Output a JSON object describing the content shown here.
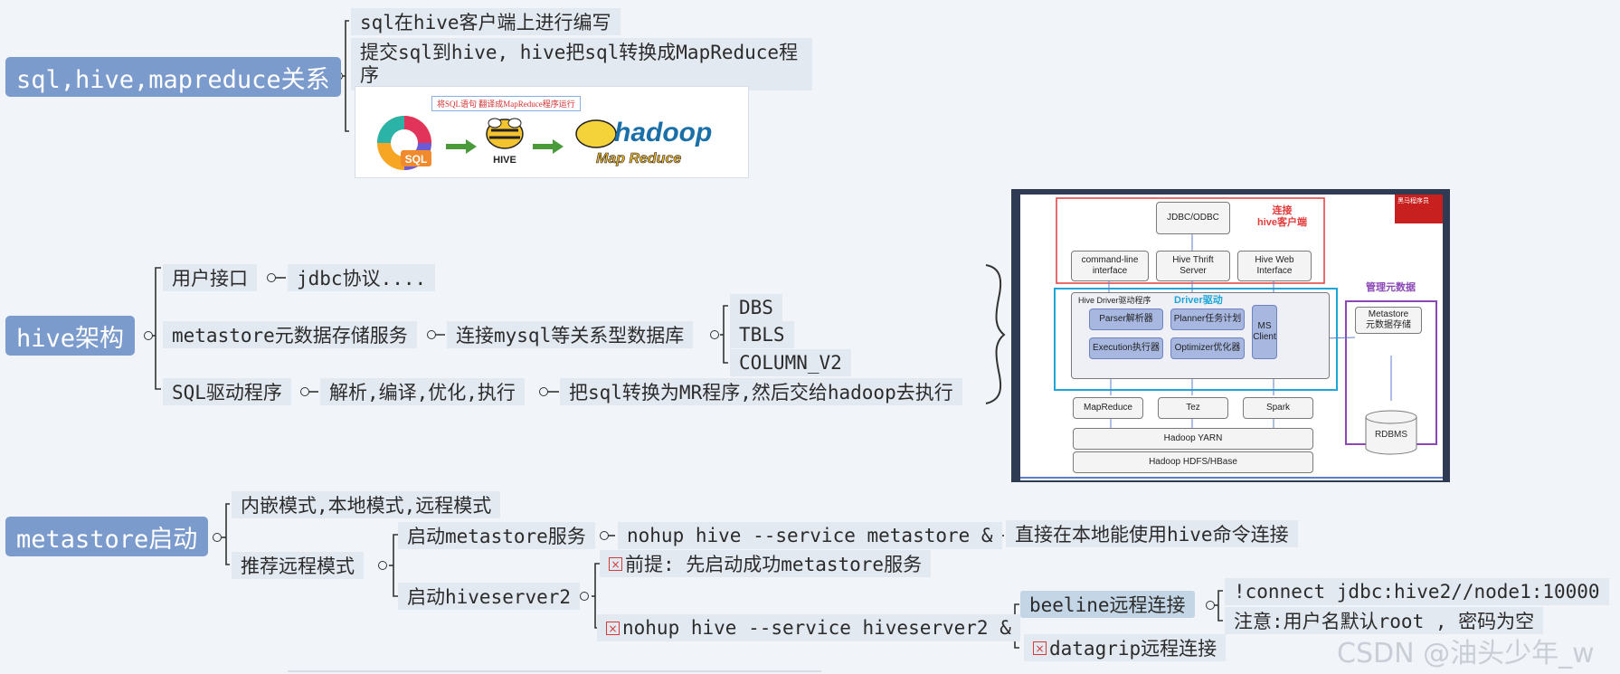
{
  "branches": {
    "b1": {
      "root": "sql,hive,mapreduce关系",
      "c1": "sql在hive客户端上进行编写",
      "c2": "提交sql到hive, hive把sql转换成MapReduce程序",
      "image": {
        "caption": "将SQL语句 翻译成MapReduce程序运行",
        "sql_label": "SQL",
        "hive_label": "HIVE",
        "hadoop_label": "hadoop",
        "mapreduce_label": "Map Reduce"
      }
    },
    "b2": {
      "root": "hive架构",
      "ui": "用户接口",
      "jdbc": "jdbc协议....",
      "ms": "metastore元数据存储服务",
      "mysql": "连接mysql等关系型数据库",
      "dbs": "DBS",
      "tbls": "TBLS",
      "col": "COLUMN_V2",
      "drv": "SQL驱动程序",
      "parse": "解析,编译,优化,执行",
      "tomr": "把sql转换为MR程序,然后交给hadoop去执行"
    },
    "b3": {
      "root": "metastore启动",
      "modes": "内嵌模式,本地模式,远程模式",
      "rec": "推荐远程模式",
      "start_ms": "启动metastore服务",
      "nohup_ms": "nohup hive --service metastore &",
      "direct": "直接在本地能使用hive命令连接",
      "start_hs2": "启动hiveserver2",
      "pre": "前提: 先启动成功metastore服务",
      "nohup_hs2": "nohup hive --service hiveserver2 &",
      "beeline": "beeline远程连接",
      "connect": "!connect jdbc:hive2//node1:10000",
      "note": "注意:用户名默认root , 密码为空",
      "datagrip": "datagrip远程连接"
    }
  },
  "arch": {
    "jdbc": "JDBC/ODBC",
    "connect_label": "连接\nhive客户端",
    "cli": "command-line\ninterface",
    "thrift": "Hive Thrift\nServer",
    "web": "Hive Web\nInterface",
    "hive_driver": "Hive Driver驱动程序",
    "driver": "Driver驱动",
    "parser": "Parser解析器",
    "planner": "Planner任务计划",
    "ms_client": "MS\nClient",
    "exec": "Execution执行器",
    "optimizer": "Optimizer优化器",
    "manage_label": "管理元数据",
    "metastore": "Metastore\n元数据存储",
    "rdbms": "RDBMS",
    "mr": "MapReduce",
    "tez": "Tez",
    "spark": "Spark",
    "yarn": "Hadoop YARN",
    "hdfs": "Hadoop HDFS/HBase",
    "logo": "黑马程序员"
  },
  "watermark": "CSDN @油头少年_w",
  "colors": {
    "background": "#f1f4f9",
    "root_node": "#7b9bcc",
    "child_node": "#e3e9f1",
    "highlight_node": "#c4d6e6",
    "red": "#e23b3b",
    "cyan": "#1fa6d8",
    "purple": "#8b48b5"
  }
}
